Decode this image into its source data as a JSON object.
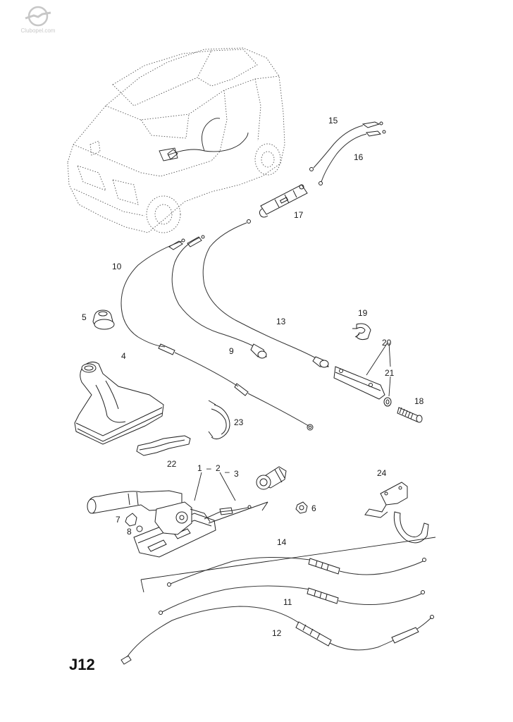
{
  "watermark": {
    "text": "Clubopel.com"
  },
  "sheet_code": "J12",
  "parts": {
    "p1": "1",
    "p2": "2",
    "p3": "3",
    "p4": "4",
    "p5": "5",
    "p6": "6",
    "p7": "7",
    "p8": "8",
    "p9": "9",
    "p10": "10",
    "p11": "11",
    "p12": "12",
    "p13": "13",
    "p14": "14",
    "p15": "15",
    "p16": "16",
    "p17": "17",
    "p18": "18",
    "p19": "19",
    "p20": "20",
    "p21": "21",
    "p22": "22",
    "p23": "23",
    "p24": "24"
  }
}
